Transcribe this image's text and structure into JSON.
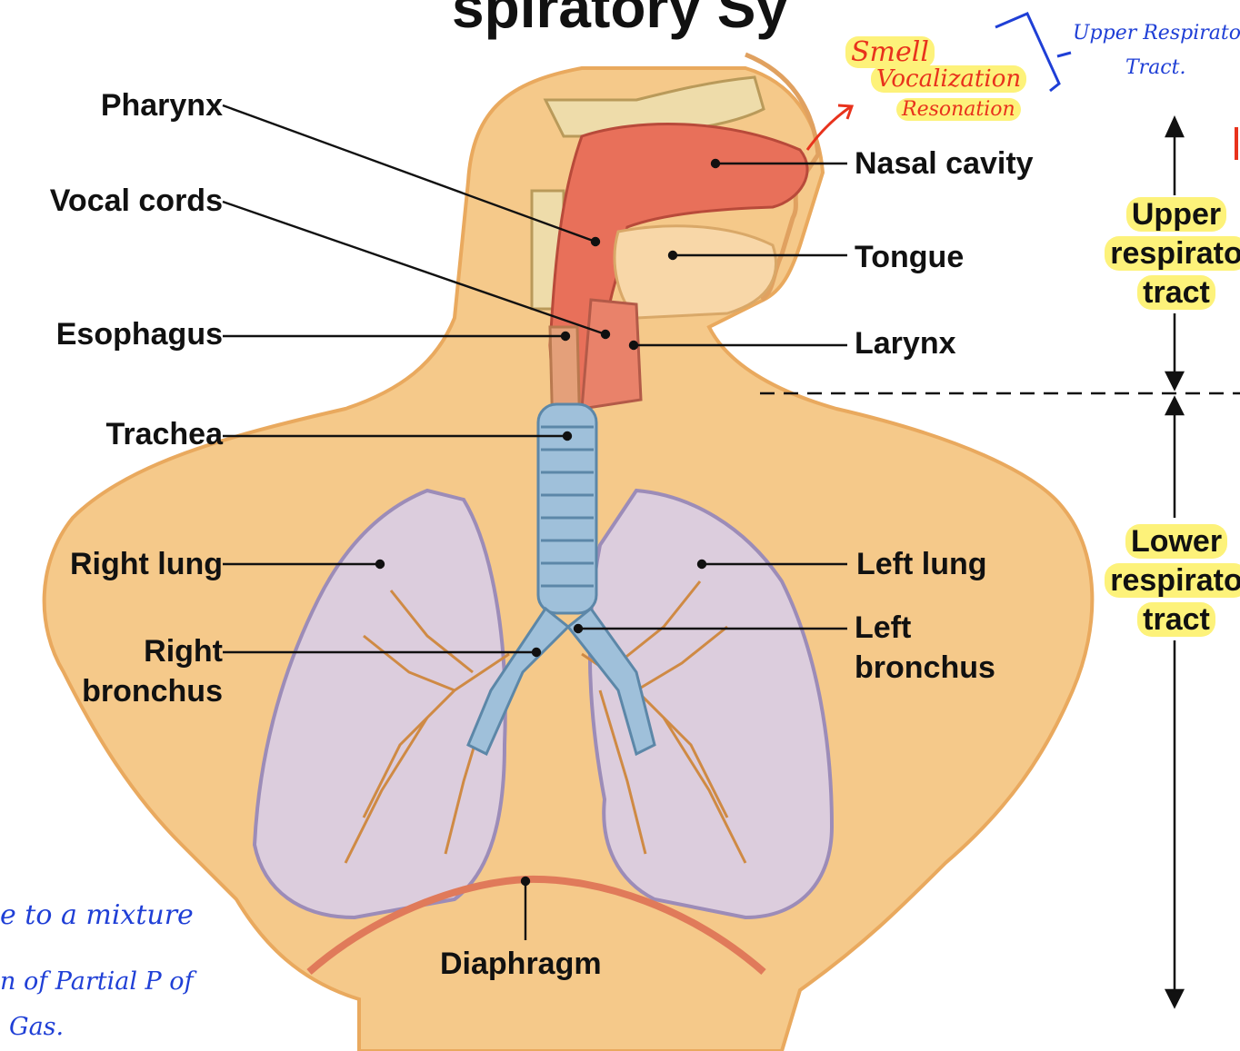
{
  "title_fragment": "spiratory Sy",
  "labels": {
    "pharynx": "Pharynx",
    "vocal_cords": "Vocal cords",
    "esophagus": "Esophagus",
    "trachea": "Trachea",
    "right_lung": "Right lung",
    "right_bronchus_1": "Right",
    "right_bronchus_2": "bronchus",
    "nasal_cavity": "Nasal cavity",
    "tongue": "Tongue",
    "larynx": "Larynx",
    "left_lung": "Left lung",
    "left_bronchus_1": "Left",
    "left_bronchus_2": "bronchus",
    "diaphragm": "Diaphragm"
  },
  "tracts": {
    "upper": [
      "Upper",
      "respirato",
      "tract"
    ],
    "lower": [
      "Lower",
      "respirato",
      "tract"
    ]
  },
  "handwriting": {
    "red_notes": [
      "Smell",
      "Vocalization",
      "Resonation"
    ],
    "blue_note_top": [
      "Upper Respiratory",
      "Tract."
    ],
    "blue_note_bottom": [
      "e to a mixture",
      "n of Partial P of",
      "Gas."
    ]
  },
  "colors": {
    "skin": "#f5c98a",
    "skin_edge": "#e9a95e",
    "mucosa": "#e8705a",
    "lung": "#d9cde6",
    "lung_edge": "#9c8cb8",
    "cartilage": "#9fc0da",
    "vessel": "#cf8a44",
    "highlight": "#fdf27a",
    "red_ink": "#e8321c",
    "blue_ink": "#1f3fd6"
  }
}
